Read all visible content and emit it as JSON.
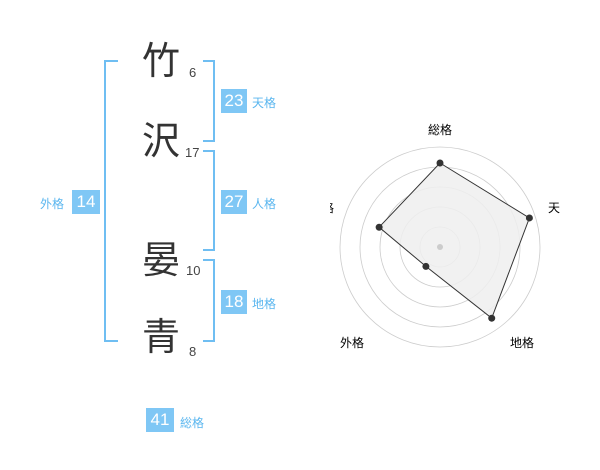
{
  "name": {
    "chars": [
      {
        "char": "竹",
        "strokes": "6"
      },
      {
        "char": "沢",
        "strokes": "17"
      },
      {
        "char": "晏",
        "strokes": "10"
      },
      {
        "char": "青",
        "strokes": "8"
      }
    ]
  },
  "kaku": {
    "tenkaku": {
      "value": "23",
      "label": "天格"
    },
    "jinkaku": {
      "value": "27",
      "label": "人格"
    },
    "chikaku": {
      "value": "18",
      "label": "地格"
    },
    "gaikaku": {
      "value": "14",
      "label": "外格"
    },
    "soukaku": {
      "value": "41",
      "label": "総格"
    }
  },
  "chart_data": {
    "type": "radar",
    "axes": [
      "総格",
      "天格",
      "地格",
      "外格",
      "人格"
    ],
    "values": [
      4.2,
      4.7,
      4.4,
      1.2,
      3.2
    ],
    "range": [
      0,
      5
    ],
    "rings": 5,
    "colors": {
      "fill": "#efefef",
      "stroke": "#333333",
      "grid": "#cccccc",
      "point": "#333333",
      "center": "#cccccc"
    }
  }
}
